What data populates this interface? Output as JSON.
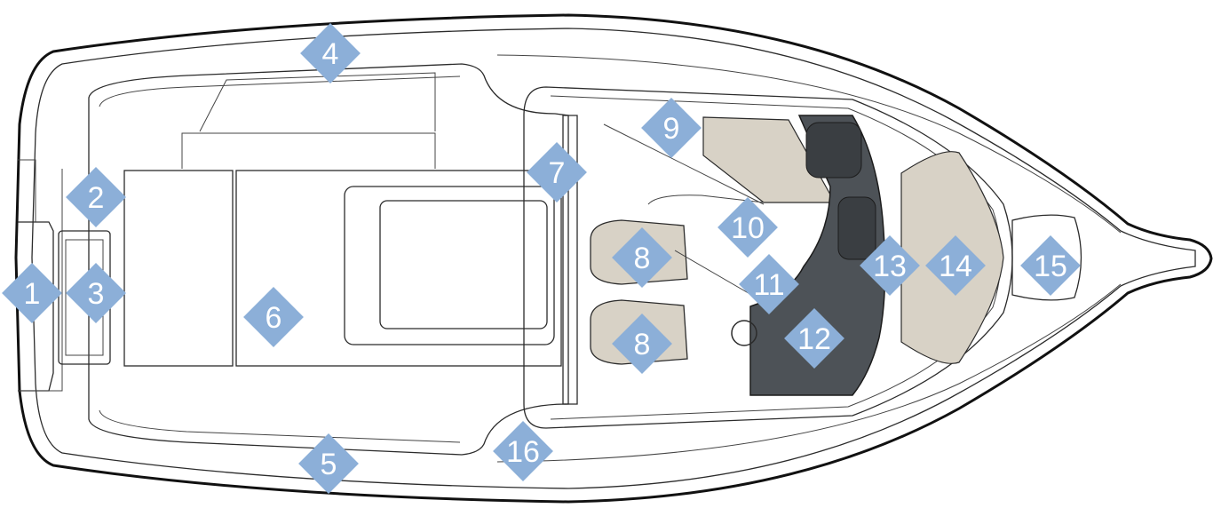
{
  "colors": {
    "marker": "#8cafd8",
    "upholstery": "#d8d2c6",
    "console": "#4d5257",
    "hull_outline": "#111111"
  },
  "markers": [
    {
      "id": "m1",
      "label": "1"
    },
    {
      "id": "m2",
      "label": "2"
    },
    {
      "id": "m3",
      "label": "3"
    },
    {
      "id": "m4",
      "label": "4"
    },
    {
      "id": "m5",
      "label": "5"
    },
    {
      "id": "m6",
      "label": "6"
    },
    {
      "id": "m7",
      "label": "7"
    },
    {
      "id": "m8a",
      "label": "8"
    },
    {
      "id": "m8b",
      "label": "8"
    },
    {
      "id": "m9",
      "label": "9"
    },
    {
      "id": "m10",
      "label": "10"
    },
    {
      "id": "m11",
      "label": "11"
    },
    {
      "id": "m12",
      "label": "12"
    },
    {
      "id": "m13",
      "label": "13"
    },
    {
      "id": "m14",
      "label": "14"
    },
    {
      "id": "m15",
      "label": "15"
    },
    {
      "id": "m16",
      "label": "16"
    }
  ]
}
